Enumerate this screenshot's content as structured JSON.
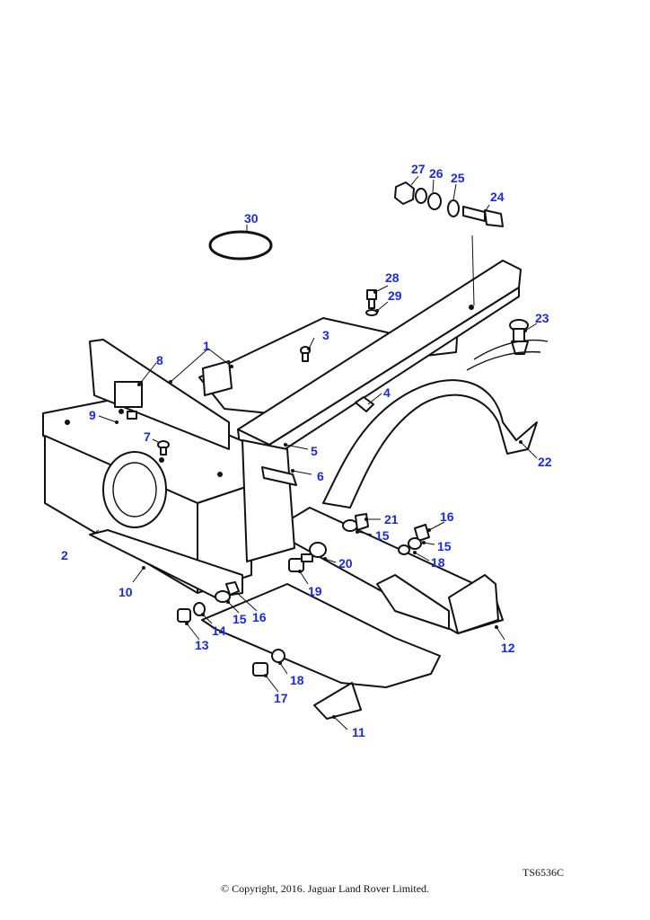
{
  "diagram": {
    "reference_code": "TS6536C",
    "copyright": "© Copyright, 2016. Jaguar Land Rover Limited.",
    "callouts": [
      {
        "id": "c1",
        "label": "1"
      },
      {
        "id": "c2",
        "label": "2"
      },
      {
        "id": "c3",
        "label": "3"
      },
      {
        "id": "c4",
        "label": "4"
      },
      {
        "id": "c5",
        "label": "5"
      },
      {
        "id": "c6",
        "label": "6"
      },
      {
        "id": "c7",
        "label": "7"
      },
      {
        "id": "c8",
        "label": "8"
      },
      {
        "id": "c9",
        "label": "9"
      },
      {
        "id": "c10",
        "label": "10"
      },
      {
        "id": "c11",
        "label": "11"
      },
      {
        "id": "c12",
        "label": "12"
      },
      {
        "id": "c13",
        "label": "13"
      },
      {
        "id": "c14",
        "label": "14"
      },
      {
        "id": "c15a",
        "label": "15"
      },
      {
        "id": "c15b",
        "label": "15"
      },
      {
        "id": "c15c",
        "label": "15"
      },
      {
        "id": "c16a",
        "label": "16"
      },
      {
        "id": "c16b",
        "label": "16"
      },
      {
        "id": "c17",
        "label": "17"
      },
      {
        "id": "c18a",
        "label": "18"
      },
      {
        "id": "c18b",
        "label": "18"
      },
      {
        "id": "c19",
        "label": "19"
      },
      {
        "id": "c20",
        "label": "20"
      },
      {
        "id": "c21",
        "label": "21"
      },
      {
        "id": "c22",
        "label": "22"
      },
      {
        "id": "c23",
        "label": "23"
      },
      {
        "id": "c24",
        "label": "24"
      },
      {
        "id": "c25",
        "label": "25"
      },
      {
        "id": "c26",
        "label": "26"
      },
      {
        "id": "c27",
        "label": "27"
      },
      {
        "id": "c28",
        "label": "28"
      },
      {
        "id": "c29",
        "label": "29"
      },
      {
        "id": "c30",
        "label": "30"
      }
    ]
  }
}
